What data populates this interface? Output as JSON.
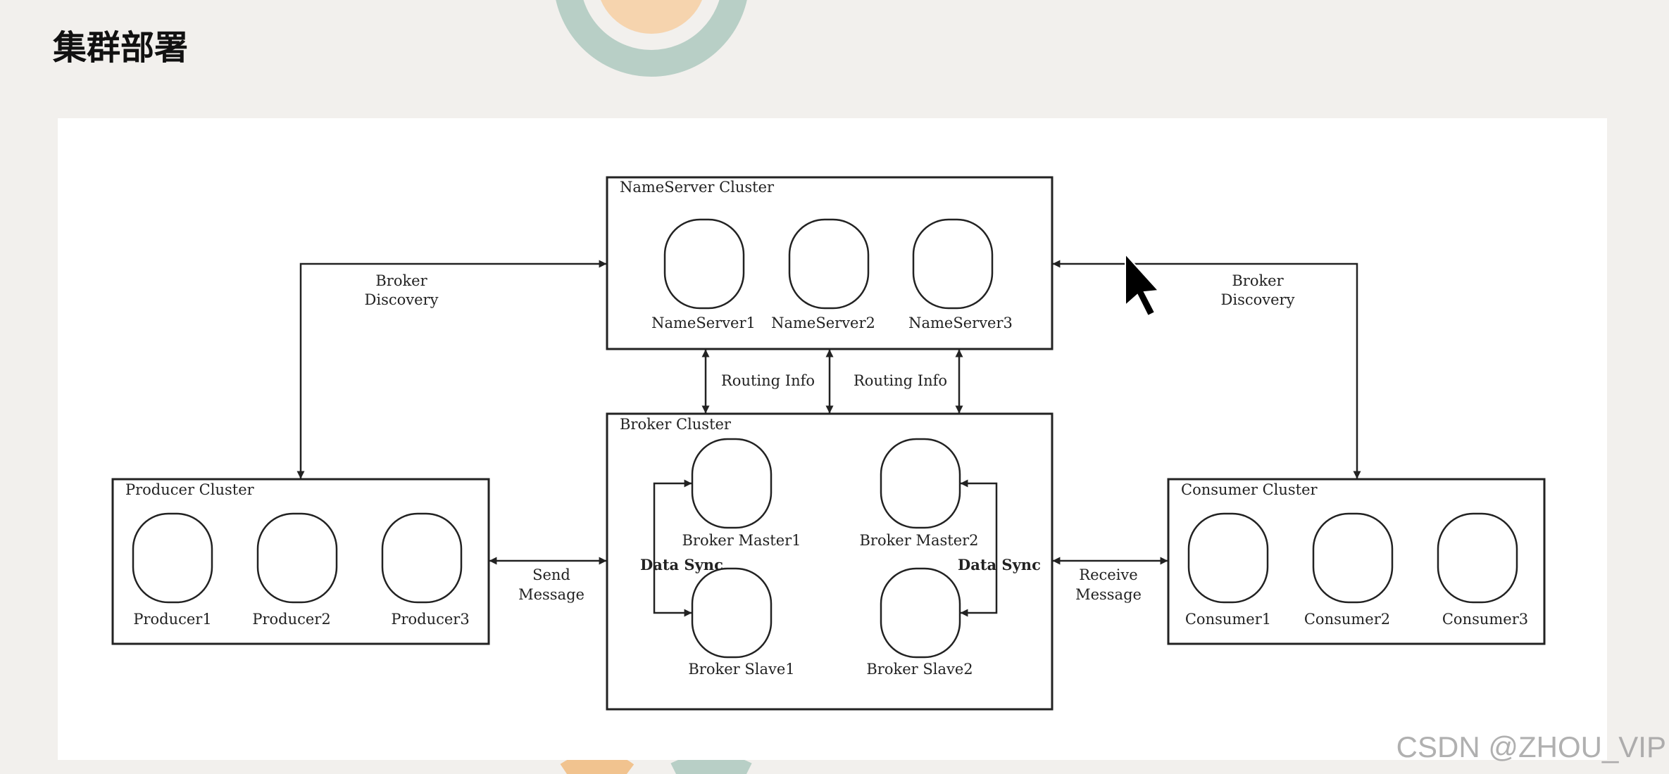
{
  "page": {
    "title": "集群部署",
    "watermark": "CSDN @ZHOU_VIP"
  },
  "diagram": {
    "nameserver_cluster": {
      "label": "NameServer Cluster",
      "nodes": [
        "NameServer1",
        "NameServer2",
        "NameServer3"
      ]
    },
    "broker_cluster": {
      "label": "Broker Cluster",
      "nodes": [
        "Broker Master1",
        "Broker Master2",
        "Broker Slave1",
        "Broker Slave2"
      ],
      "data_sync_label": "Data Sync"
    },
    "producer_cluster": {
      "label": "Producer Cluster",
      "nodes": [
        "Producer1",
        "Producer2",
        "Producer3"
      ]
    },
    "consumer_cluster": {
      "label": "Consumer Cluster",
      "nodes": [
        "Consumer1",
        "Consumer2",
        "Consumer3"
      ]
    },
    "edges": {
      "broker_discovery_left": [
        "Broker",
        "Discovery"
      ],
      "broker_discovery_right": [
        "Broker",
        "Discovery"
      ],
      "routing_info_1": "Routing Info",
      "routing_info_2": "Routing Info",
      "send_message": [
        "Send",
        "Message"
      ],
      "receive_message": [
        "Receive",
        "Message"
      ]
    }
  }
}
